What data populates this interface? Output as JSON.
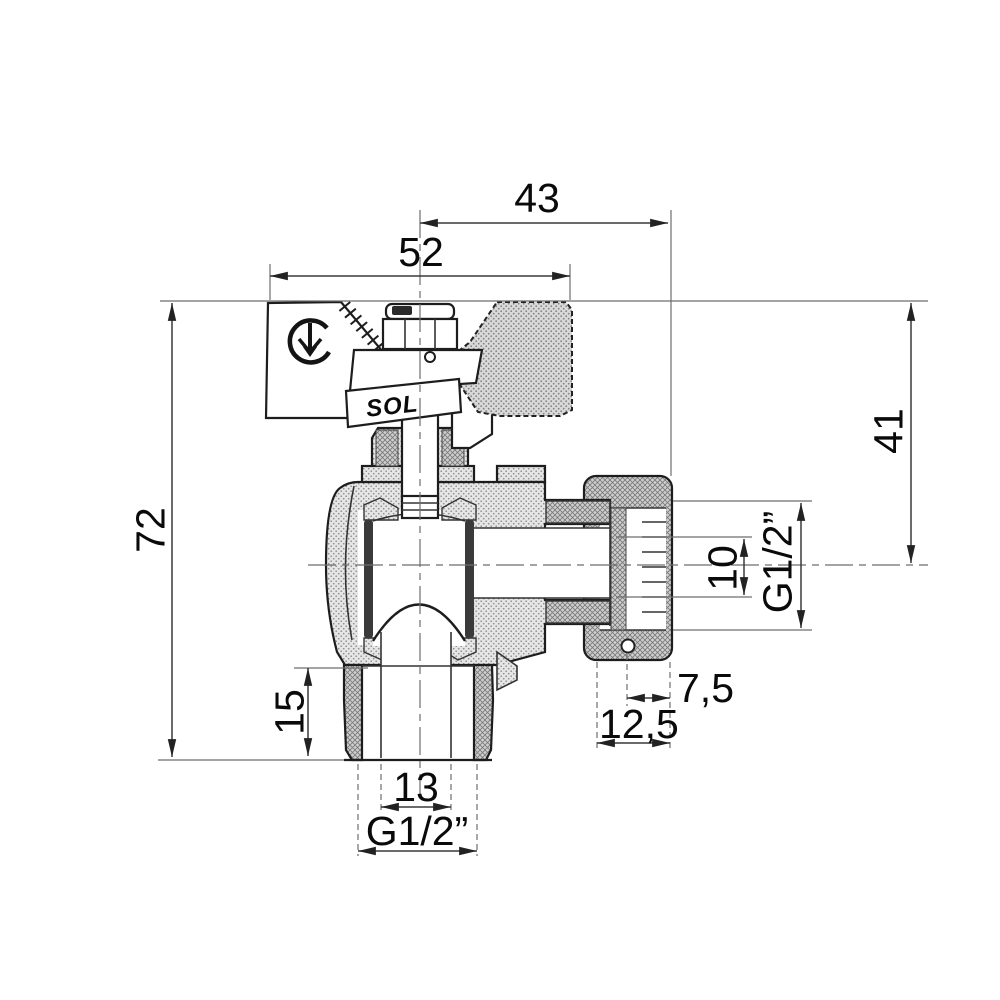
{
  "drawing": {
    "brand": "SOL",
    "labels": {
      "dim_width_nut": "43",
      "dim_width_handle": "52",
      "dim_height_total": "72",
      "dim_height_outlet": "41",
      "thread_side": "G1/2”",
      "dim_thread_len": "10",
      "dim_nut_hole_offset": "7,5",
      "dim_nut_length": "12,5",
      "dim_port_length": "15",
      "dim_port_bore": "13",
      "thread_bottom": "G1/2”"
    }
  }
}
